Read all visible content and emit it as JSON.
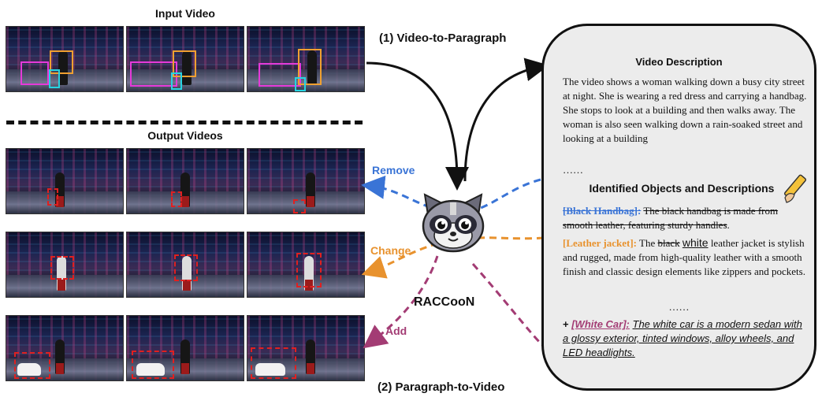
{
  "input_header": "Input Video",
  "output_header": "Output Videos",
  "step1_label": "(1) Video-to-Paragraph",
  "step2_label": "(2) Paragraph-to-Video",
  "model_name": "RACCooN",
  "actions": {
    "remove": "Remove",
    "change": "Change",
    "add": "Add"
  },
  "colors": {
    "remove": "#3a74d6",
    "change": "#e8922e",
    "add": "#a33c74",
    "magenta_box": "#e53ad9",
    "orange_box": "#f0a030",
    "cyan_box": "#27d4e2",
    "red_box": "#e02020"
  },
  "panel": {
    "desc_title": "Video Description",
    "desc_text": "The video shows a woman walking down a busy city street at night. She is wearing a red dress and carrying a handbag. She stops to look at a building and then walks away. The woman is also seen walking down a rain-soaked street and looking at a building",
    "ellipsis": "……",
    "objects_title": "Identified Objects and Descriptions",
    "obj1_tag": "[Black Handbag]:",
    "obj1_text": "The black handbag is made from smooth leather, featuring sturdy handles",
    "obj1_end": ".",
    "obj2_tag": "[Leather jacket]:",
    "obj2_the": "The",
    "obj2_struck": "black",
    "obj2_new": "white",
    "obj2_rest": "leather jacket is stylish and rugged, made from high-quality leather with a smooth finish and classic design elements like zippers and pockets.",
    "ellipsis2": "……",
    "obj3_plus": "+",
    "obj3_tag": "[White Car]:",
    "obj3_text": "The white car is a modern sedan with a glossy exterior, tinted windows, alloy wheels, and LED headlights."
  },
  "icons": [
    "raccoon-mascot-icon",
    "pencil-hand-icon"
  ]
}
